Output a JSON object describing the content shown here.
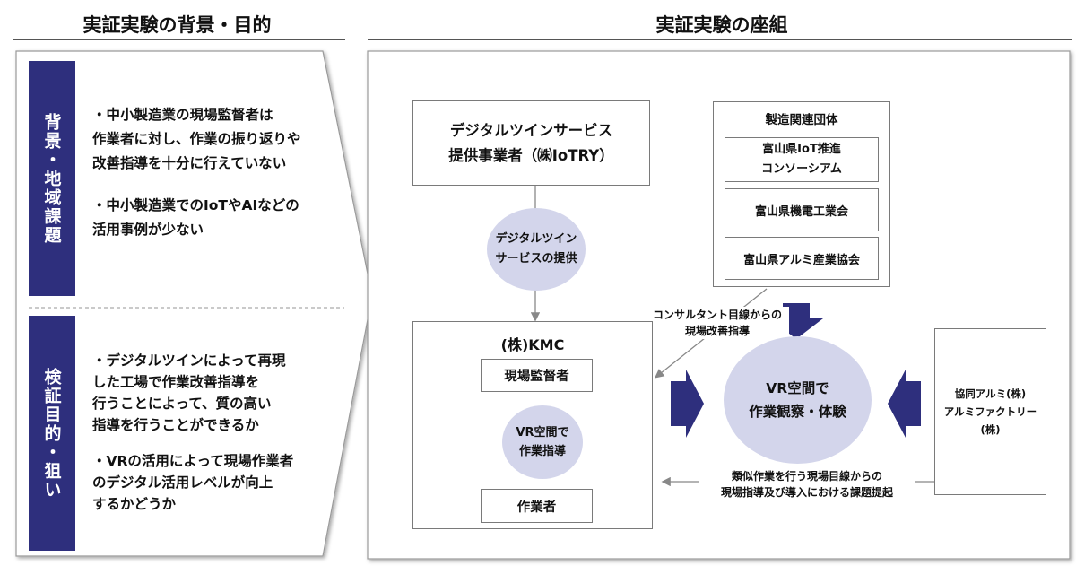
{
  "left": {
    "header": "実証実験の背景・目的",
    "sections": [
      {
        "label": "背景・地域課題",
        "bullets": [
          "・中小製造業の現場監督者は\n作業者に対し、作業の振り返りや\n改善指導を十分に行えていない",
          "・中小製造業でのIoTやAIなどの\n活用事例が少ない"
        ]
      },
      {
        "label": "検証目的・狙い",
        "bullets": [
          "・デジタルツインによって再現\nした工場で作業改善指導を\n行うことによって、質の高い\n指導を行うことができるか",
          "・VRの活用によって現場作業者\nのデジタル活用レベルが向上\nするかどうか"
        ]
      }
    ]
  },
  "right": {
    "header": "実証実験の座組",
    "provider": "デジタルツインサービス\n提供事業者（㈱IoTRY）",
    "provider_circle": "デジタルツイン\nサービスの提供",
    "industry": {
      "title": "製造関連団体",
      "members": [
        "富山県IoT推進\nコンソーシアム",
        "富山県機電工業会",
        "富山県アルミ産業協会"
      ]
    },
    "consultant_label": "コンサルタント目線からの\n現場改善指導",
    "kmc": {
      "title": "(株)KMC",
      "supervisor": "現場監督者",
      "vr_circle": "VR空間で\n作業指導",
      "worker": "作業者"
    },
    "center_circle": "VR空間で\n作業観察・体験",
    "partner": "協同アルミ(株)\nアルミファクトリー(株)",
    "bottom_label": "類似作業を行う現場目線からの\n現場指導及び導入における課題提起"
  }
}
